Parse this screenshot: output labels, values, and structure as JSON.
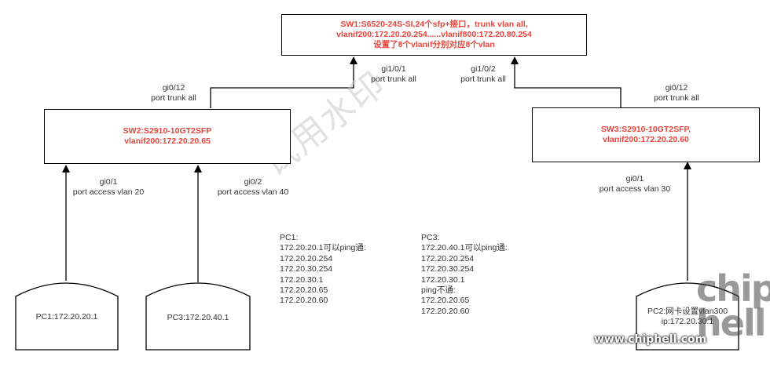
{
  "switches": {
    "sw1": {
      "lines": [
        "SW1:S6520-24S-SI,24个sfp+接口，trunk vlan all,",
        "vlanif200:172.20.20.254......vlanif800:172.20.80.254",
        "设置了8个vlanif分别对应8个vlan"
      ]
    },
    "sw2": {
      "lines": [
        "SW2:S2910-10GT2SFP",
        "vlanif200:172.20.20.65"
      ]
    },
    "sw3": {
      "lines": [
        "SW3:S2910-10GT2SFP,",
        "vlanif200:172.20.20.60"
      ]
    }
  },
  "links": {
    "sw2_up": [
      "gi0/12",
      "port trunk all"
    ],
    "sw1_left": [
      "gi1/0/1",
      "port trunk all"
    ],
    "sw1_right": [
      "gi1/0/2",
      "port trunk all"
    ],
    "sw3_up": [
      "gi0/12",
      "port trunk all"
    ],
    "sw2_pc1": [
      "gi0/1",
      "port access vlan 20"
    ],
    "sw2_pc3": [
      "gi0/2",
      "port access vlan 40"
    ],
    "sw3_pc2": [
      "gi0/1",
      "port access vlan 30"
    ]
  },
  "pcs": {
    "pc1": [
      "PC1:172.20.20.1"
    ],
    "pc3": [
      "PC3:172.20.40.1"
    ],
    "pc2": [
      "PC2:网卡设置vlan300",
      "ip:172.20.30.1"
    ]
  },
  "notes": {
    "pc1": [
      "PC1:",
      "172.20.20.1可以ping通:",
      "172.20.20.254",
      "172.20.30.254",
      "172.20.30.1",
      "172.20.20.65",
      "172.20.20.60"
    ],
    "pc3": [
      "PC3:",
      "172.20.40.1可以ping通:",
      "172.20.20.254",
      "172.20.30.254",
      "172.20.30.1",
      "ping不通:",
      "172.20.20.65",
      "172.20.20.60"
    ]
  },
  "watermark": "试用水印",
  "site": {
    "logo_text": "chip hell",
    "url": "www.chiphell.com"
  },
  "colors": {
    "accent_red": "#e8453c",
    "line": "#000000",
    "text": "#333333"
  }
}
